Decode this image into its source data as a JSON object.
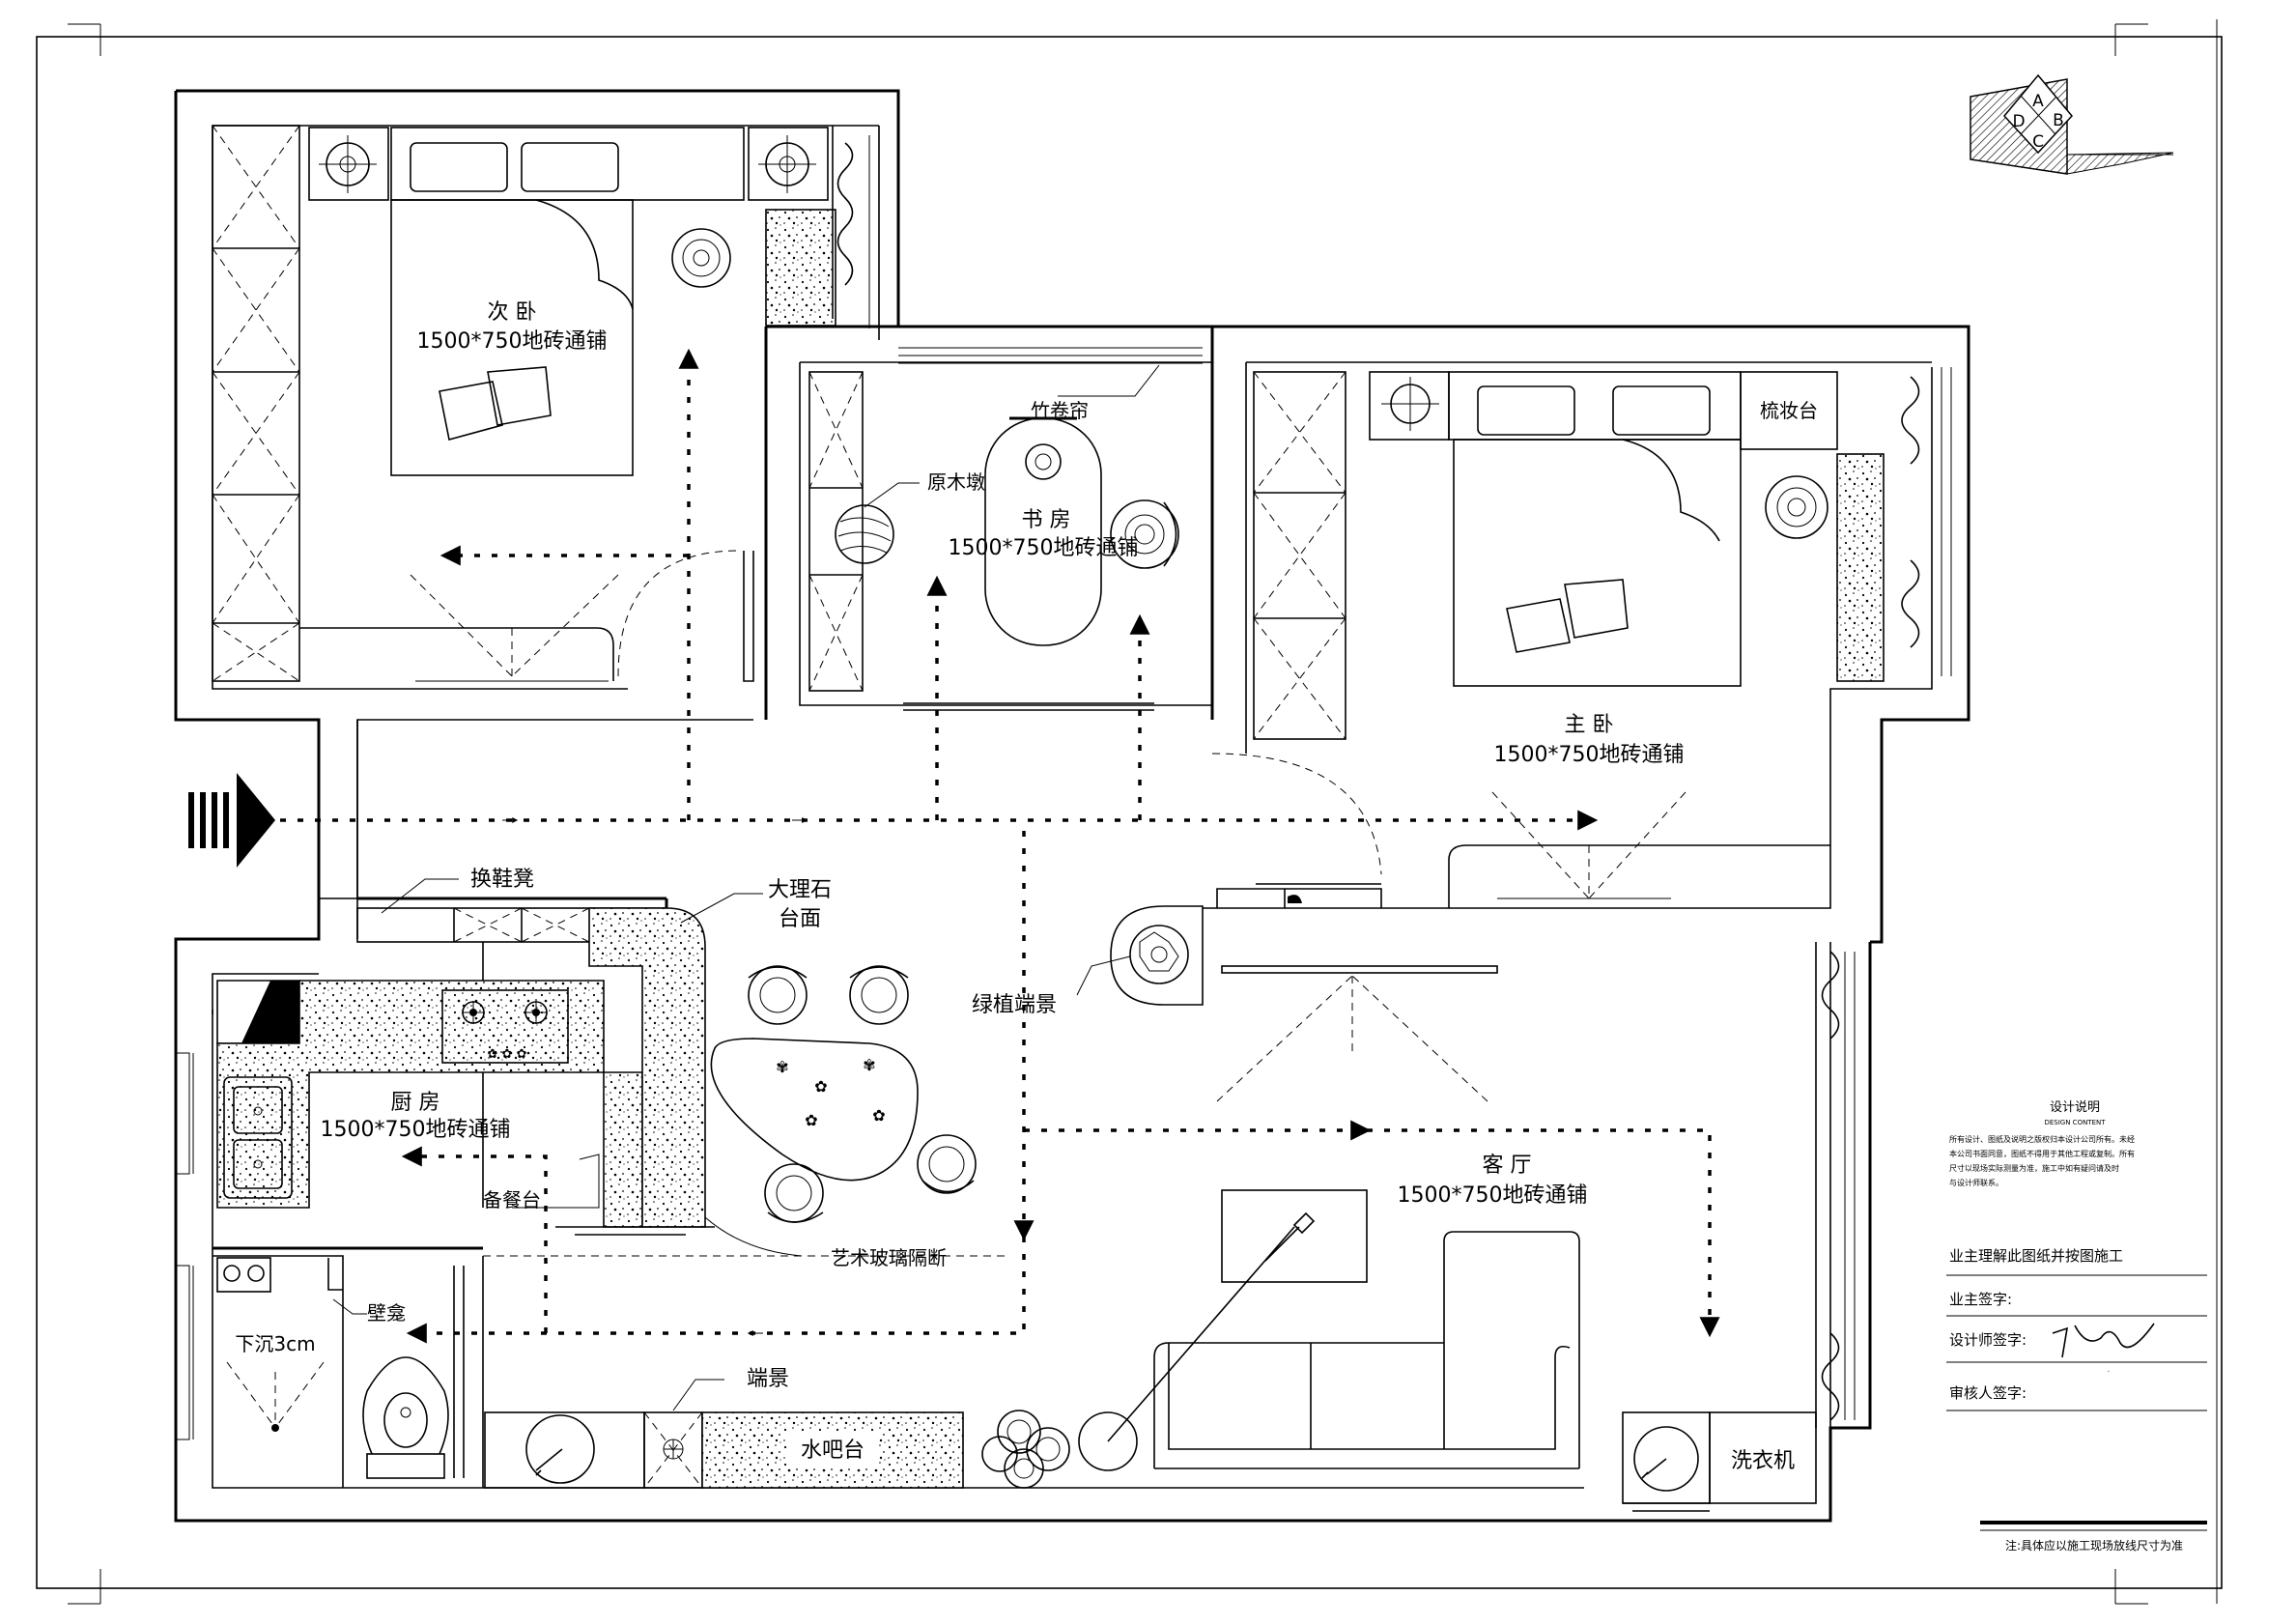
{
  "rooms": {
    "second_bedroom": {
      "name": "次 卧",
      "floor": "1500*750地砖通铺"
    },
    "study": {
      "name": "书 房",
      "floor": "1500*750地砖通铺"
    },
    "master_bedroom": {
      "name": "主 卧",
      "floor": "1500*750地砖通铺"
    },
    "kitchen": {
      "name": "厨 房",
      "floor": "1500*750地砖通铺"
    },
    "living_room": {
      "name": "客 厅",
      "floor": "1500*750地砖通铺"
    }
  },
  "labels": {
    "bamboo_blind": "竹卷帘",
    "wood_stool": "原木墩",
    "dresser": "梳妆台",
    "shoe_bench": "换鞋凳",
    "marble_top_line1": "大理石",
    "marble_top_line2": "台面",
    "green_display": "绿植端景",
    "pantry_counter": "备餐台",
    "glass_partition": "艺术玻璃隔断",
    "niche": "壁龛",
    "sunken": "下沉3cm",
    "display_end": "端景",
    "water_bar": "水吧台",
    "washer": "洗衣机"
  },
  "logo": {
    "letters": [
      "A",
      "B",
      "C",
      "D"
    ]
  },
  "notes": {
    "title": "设计说明",
    "subtitle": "DESIGN CONTENT",
    "lines": [
      "所有设计、图纸及说明之版权归本设计公司所有。未经",
      "本公司书面同意，图纸不得用于其他工程或复制。所有",
      "尺寸以现场实际测量为准，施工中如有疑问请及时",
      "与设计师联系。"
    ]
  },
  "signoff": {
    "heading": "业主理解此图纸并按图施工",
    "owner": "业主签字:",
    "designer": "设计师签字:",
    "reviewer": "审核人签字:",
    "designer_signature": "陈伟"
  },
  "footer_note": "注:具体应以施工现场放线尺寸为准"
}
